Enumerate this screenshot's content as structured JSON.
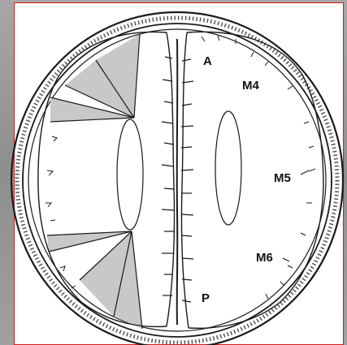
{
  "labels": {
    "A": "A",
    "M4": "M4",
    "M5": "M5",
    "M6": "M6",
    "P": "P"
  },
  "colors": {
    "frame_border": "#d11f1f",
    "line": "#1a1a1a",
    "shade": "#c8c8c8",
    "background": "#9c9c9c"
  }
}
